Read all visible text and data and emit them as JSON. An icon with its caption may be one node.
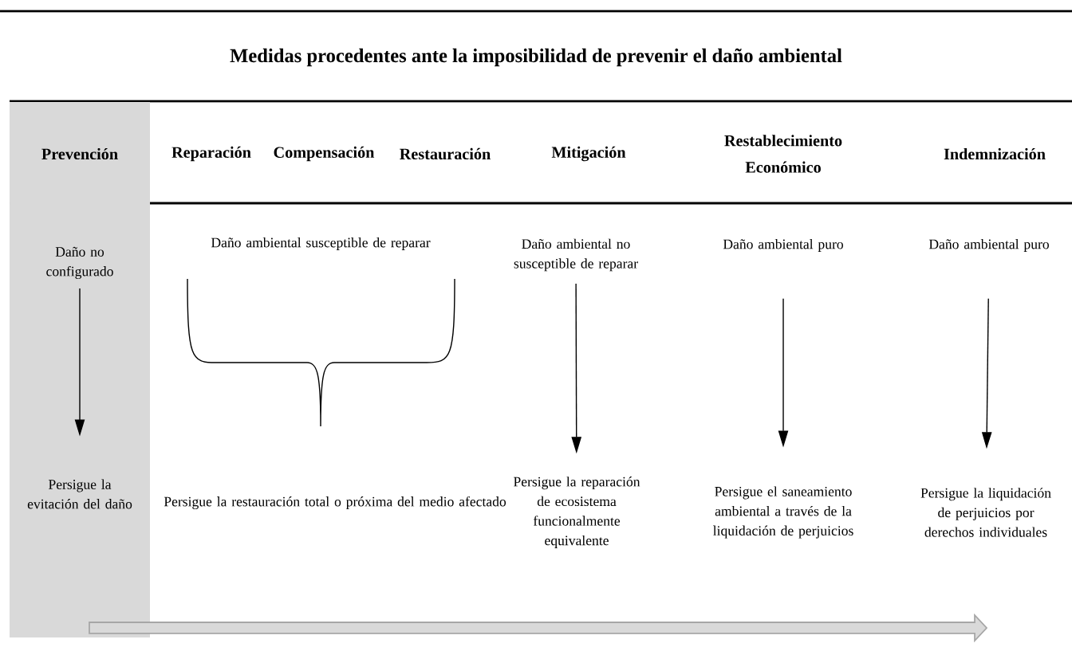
{
  "diagram": {
    "title": "Medidas procedentes ante la imposibilidad de prevenir el daño ambiental",
    "nodes": [
      {
        "text": [
          "Prevención"
        ]
      },
      {
        "text": [
          "Daño no configurado"
        ],
        "in": 0
      },
      {
        "text": [
          "Persigue la evitación del daño"
        ],
        "in": 0
      },
      {
        "text": [
          "Daño ambiental susceptible de reparar"
        ]
      },
      {
        "text": [
          "Persigue la restauración total o próxima del medio afectado"
        ]
      },
      {
        "text": [
          "Daño ambiental no susceptible de reparar"
        ]
      },
      {
        "text": [
          "Persigue la reparación de ecosistema funcionalmente equivalente"
        ]
      },
      {
        "text": [
          "Daño ambiental puro"
        ]
      },
      {
        "text": [
          "Persigue el saneamiento ambiental a través de la liquidación de perjuicios"
        ]
      },
      {
        "text": [
          "Daño ambiental puro"
        ]
      },
      {
        "text": [
          "Persigue la liquidación de perjuicios por derechos individuales"
        ]
      }
    ],
    "edges": [
      {
        "from": 1,
        "to": 2,
        "arrow": "to"
      },
      {
        "from": 5,
        "to": 6,
        "arrow": "to"
      },
      {
        "from": 7,
        "to": 8,
        "arrow": "to"
      },
      {
        "from": 9,
        "to": 10,
        "arrow": "to"
      }
    ],
    "labels": [
      "Reparación",
      "Compensación",
      "Restauración",
      "Mitigación",
      "Restablecimiento Económico",
      "Indemnización"
    ]
  }
}
